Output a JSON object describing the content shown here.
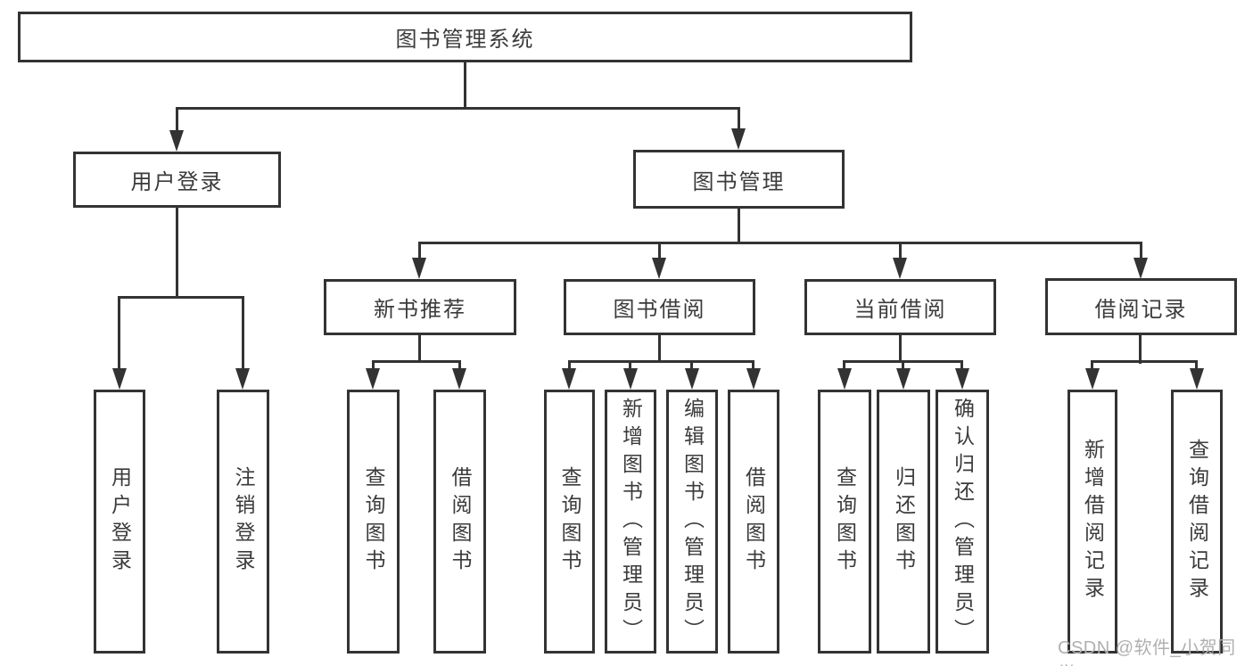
{
  "diagram": {
    "root": {
      "label": "图书管理系统"
    },
    "children": [
      {
        "label": "用户登录",
        "children": [
          {
            "label": "用户登录"
          },
          {
            "label": "注销登录"
          }
        ]
      },
      {
        "label": "图书管理",
        "children": [
          {
            "label": "新书推荐",
            "children": [
              {
                "label": "查询图书"
              },
              {
                "label": "借阅图书"
              }
            ]
          },
          {
            "label": "图书借阅",
            "children": [
              {
                "label": "查询图书"
              },
              {
                "label": "新增图书（管理员）"
              },
              {
                "label": "编辑图书（管理员）"
              },
              {
                "label": "借阅图书"
              }
            ]
          },
          {
            "label": "当前借阅",
            "children": [
              {
                "label": "查询图书"
              },
              {
                "label": "归还图书"
              },
              {
                "label": "确认归还（管理员）"
              }
            ]
          },
          {
            "label": "借阅记录",
            "children": [
              {
                "label": "新增借阅记录"
              },
              {
                "label": "查询借阅记录"
              }
            ]
          }
        ]
      }
    ]
  },
  "watermark": {
    "text": "CSDN @软件_小贺同学"
  },
  "colors": {
    "line": "#333333",
    "text": "#3b3b3b",
    "background": "#ffffff",
    "watermark": "#b0b0b0"
  }
}
